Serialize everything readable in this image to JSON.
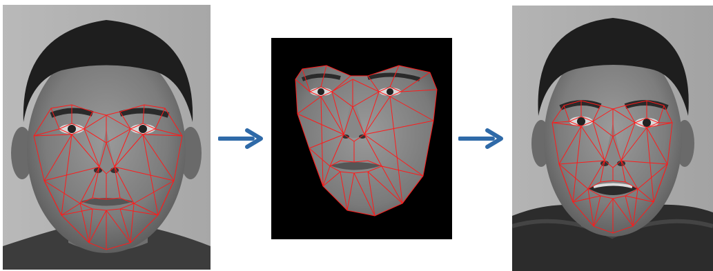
{
  "figure": {
    "panels": [
      {
        "id": "source-face",
        "background": "#8e8e8e",
        "mesh_color": "#ff1a1a"
      },
      {
        "id": "normalized-face-texture",
        "background": "#000000",
        "mesh_color": "#ff1a1a"
      },
      {
        "id": "target-face",
        "background": "#8a8a8a",
        "mesh_color": "#ff1a1a"
      }
    ],
    "arrows": [
      {
        "icon": "right-arrow-icon",
        "color": "#2f6aa8"
      },
      {
        "icon": "right-arrow-icon",
        "color": "#2f6aa8"
      }
    ]
  }
}
